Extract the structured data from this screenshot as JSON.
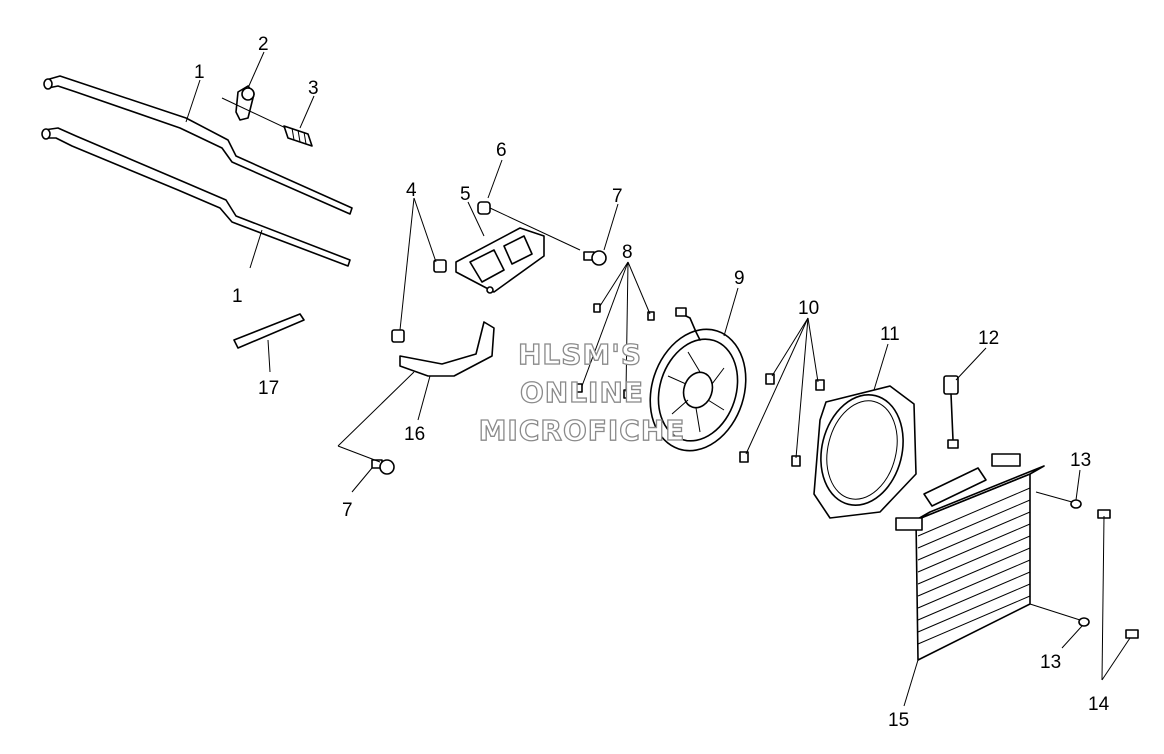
{
  "callouts": {
    "c1a": "1",
    "c1b": "1",
    "c2": "2",
    "c3": "3",
    "c4": "4",
    "c5": "5",
    "c6": "6",
    "c7a": "7",
    "c7b": "7",
    "c8": "8",
    "c9": "9",
    "c10": "10",
    "c11": "11",
    "c12": "12",
    "c13a": "13",
    "c13b": "13",
    "c14": "14",
    "c15": "15",
    "c16": "16",
    "c17": "17"
  },
  "watermark": {
    "line1": "HLSM'S",
    "line2": "ONLINE",
    "line3": "MICROFICHE"
  }
}
